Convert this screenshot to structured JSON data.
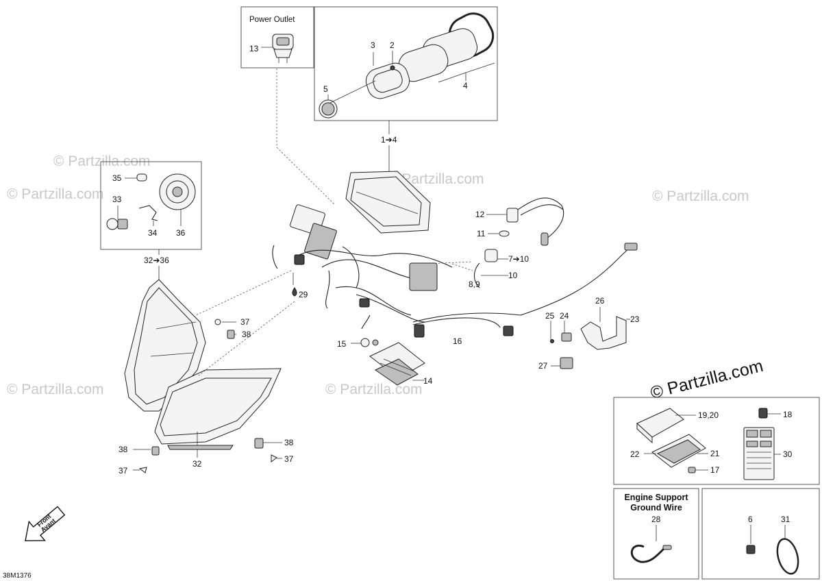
{
  "diagram_id": "38M1376",
  "watermark": "© Partzilla.com",
  "front_arrow": {
    "line1": "Front",
    "line2": "Avant"
  },
  "boxes": {
    "power_outlet": {
      "title": "Power Outlet"
    },
    "engine_support": {
      "title_line1": "Engine Support",
      "title_line2": "Ground Wire"
    }
  },
  "callouts": {
    "c1_4": "1➔4",
    "c2": "2",
    "c3": "3",
    "c4": "4",
    "c5": "5",
    "c6": "6",
    "c7_10": "7➔10",
    "c8_9": "8,9",
    "c10": "10",
    "c11": "11",
    "c12": "12",
    "c13": "13",
    "c14": "14",
    "c15": "15",
    "c16": "16",
    "c17": "17",
    "c18": "18",
    "c19_20": "19,20",
    "c21": "21",
    "c22": "22",
    "c23": "23",
    "c24": "24",
    "c25": "25",
    "c26": "26",
    "c27": "27",
    "c28": "28",
    "c29": "29",
    "c30": "30",
    "c31": "31",
    "c32": "32",
    "c32_36": "32➔36",
    "c33": "33",
    "c34": "34",
    "c35": "35",
    "c36": "36",
    "c37a": "37",
    "c38a": "38",
    "c38b": "38",
    "c37b": "37",
    "c38c": "38",
    "c37c": "37"
  }
}
